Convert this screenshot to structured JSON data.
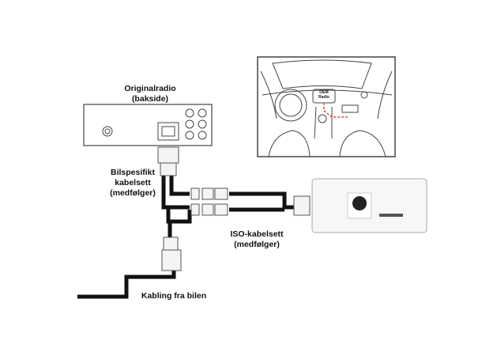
{
  "labels": {
    "radio_title": "Originalradio",
    "radio_subtitle": "(bakside)",
    "car_harness_1": "Bilspesifikt",
    "car_harness_2": "kabelsett",
    "car_harness_3": "(medfølger)",
    "iso_1": "ISO-kabelsett",
    "iso_2": "(medfølger)",
    "vehicle_wiring": "Kabling fra bilen",
    "oem_radio_1": "OEM",
    "oem_radio_2": "Radio"
  },
  "colors": {
    "cable": "#111111",
    "outline": "#333333",
    "dashed_route": "#d62020"
  }
}
